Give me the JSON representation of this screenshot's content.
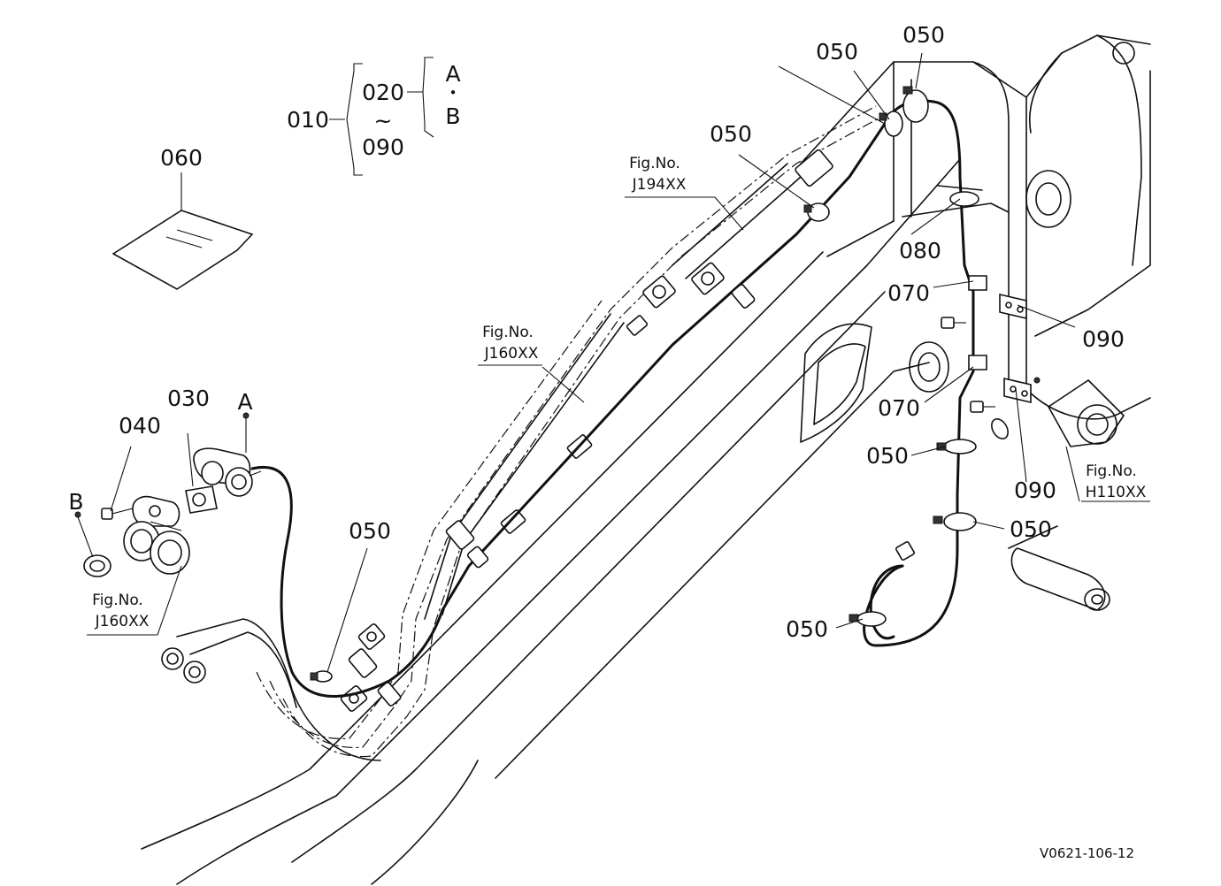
{
  "drawing": {
    "reference": "V0621-106-12",
    "summary": {
      "assembly": "010",
      "range_start": "020",
      "range_tilde": "~",
      "range_end": "090",
      "circuit_a": "A",
      "circuit_dot": "•",
      "circuit_b": "B"
    },
    "part_labels": {
      "p060": "060",
      "p030": "030",
      "p040": "040",
      "conn_a": "A",
      "conn_b": "B",
      "p050_left": "050",
      "p050_top_left": "050",
      "p050_top_right": "050",
      "p050_mid": "050",
      "p080": "080",
      "p070_upper": "070",
      "p070_lower": "070",
      "p090_upper": "090",
      "p090_lower": "090",
      "p050_right_a": "050",
      "p050_right_b": "050",
      "p050_right_c": "050"
    },
    "fig_refs": {
      "j194_title": "Fig.No.",
      "j194_code": "J194XX",
      "j160_mid_title": "Fig.No.",
      "j160_mid_code": "J160XX",
      "j160_left_title": "Fig.No.",
      "j160_left_code": "J160XX",
      "h110_title": "Fig.No.",
      "h110_code": "H110XX"
    }
  }
}
